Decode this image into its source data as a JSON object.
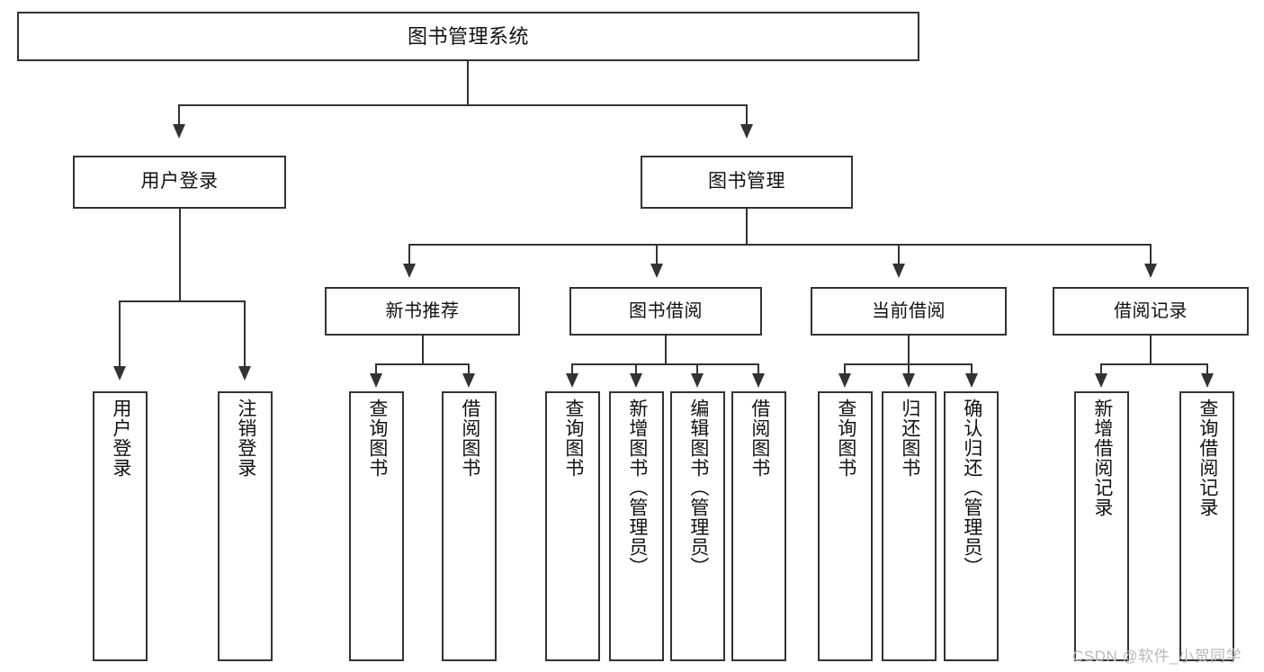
{
  "diagram": {
    "title": "图书管理系统",
    "type": "tree-hierarchy-diagram",
    "colors": {
      "stroke": "#333333",
      "box_fill": "#ffffff",
      "text": "#111111",
      "watermark": "#b9b9b9",
      "background": "#ffffff"
    },
    "root": {
      "label": "图书管理系统"
    },
    "level1": [
      {
        "label": "用户登录"
      },
      {
        "label": "图书管理"
      }
    ],
    "level2": [
      {
        "label": "新书推荐"
      },
      {
        "label": "图书借阅"
      },
      {
        "label": "当前借阅"
      },
      {
        "label": "借阅记录"
      }
    ],
    "leaves": {
      "user_login": [
        {
          "label": "用户登录"
        },
        {
          "label": "注销登录"
        }
      ],
      "new_book_recommend": [
        {
          "label": "查询图书"
        },
        {
          "label": "借阅图书"
        }
      ],
      "book_borrow": [
        {
          "label": "查询图书"
        },
        {
          "label": "新增图书（管理员）"
        },
        {
          "label": "编辑图书（管理员）"
        },
        {
          "label": "借阅图书"
        }
      ],
      "current_borrow": [
        {
          "label": "查询图书"
        },
        {
          "label": "归还图书"
        },
        {
          "label": "确认归还（管理员）"
        }
      ],
      "borrow_record": [
        {
          "label": "新增借阅记录"
        },
        {
          "label": "查询借阅记录"
        }
      ]
    }
  },
  "watermark": {
    "text": "CSDN @软件_小贺同学"
  }
}
